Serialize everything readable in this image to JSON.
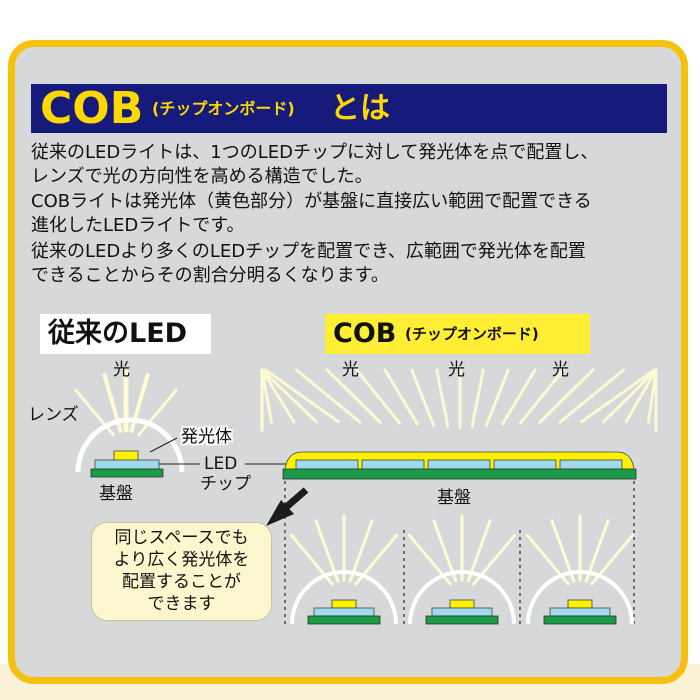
{
  "title": {
    "main": "COB",
    "sub": "(チップオンボード)",
    "tail": "とは"
  },
  "paragraph": [
    "従来のLEDライトは、1つのLEDチップに対して発光体を点で配置し、",
    "レンズで光の方向性を高める構造でした。",
    "COBライトは発光体（黄色部分）が基盤に直接広い範囲で配置できる",
    "進化したLEDライトです。",
    "従来のLEDより多くのLEDチップを配置でき、広範囲で発光体を配置",
    "できることからその割合分明るくなります。"
  ],
  "led_section": {
    "header": "従来のLED",
    "light_label": "光",
    "lens_label": "レンズ",
    "emitter_label": "発光体",
    "chip_label_1": "LED",
    "chip_label_2": "チップ",
    "board_label": "基盤"
  },
  "cob_section": {
    "header_main": "COB",
    "header_sub": "(チップオンボード)",
    "light_labels": [
      "光",
      "光",
      "光"
    ],
    "board_label": "基盤"
  },
  "note": {
    "lines": [
      "同じスペースでも",
      "より広く発光体を",
      "配置することが",
      "できます"
    ]
  },
  "colors": {
    "frame": "#f5c10e",
    "panel": "#d7d8da",
    "title_bar": "#161a7b",
    "title_text": "#ffd800",
    "cob_header_bg": "#ffee33",
    "emitter": "#fff200",
    "chip": "#9fd9ea",
    "board": "#1a9b47",
    "light_rays": "#fffbd2",
    "note_bg": "#fdf7cf"
  }
}
